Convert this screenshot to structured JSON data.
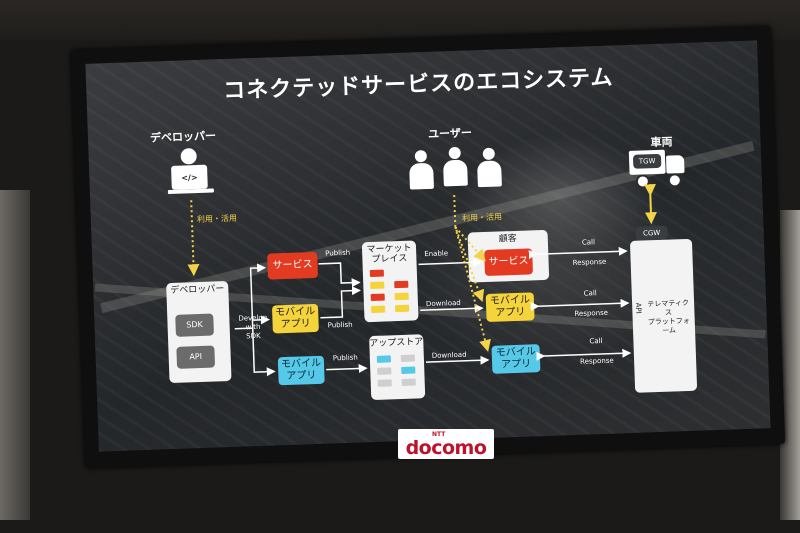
{
  "title": "コネクテッドサービスのエコシステム",
  "developer": {
    "heading": "デベロッパー",
    "use_label": "利用・活用",
    "laptop_code": "</>"
  },
  "dev_panel": {
    "title": "デベロッパー",
    "sdk": "SDK",
    "api": "API"
  },
  "develop_with_sdk": "Develop\nwith\nSDK",
  "services": {
    "service": "サービス",
    "mobile_app_1": "モバイル\nアプリ",
    "mobile_app_2": "モバイル\nアプリ"
  },
  "publish_labels": [
    "Publish",
    "Publish",
    "Publish"
  ],
  "marketplace": {
    "title": "マーケット\nプレイス",
    "enable": "Enable",
    "download": "Download"
  },
  "appstore": {
    "title": "アップストア",
    "download": "Download"
  },
  "users": {
    "heading": "ユーザー",
    "use_label": "利用・活用"
  },
  "customer": {
    "title": "顧客",
    "service": "サービス",
    "mobile_app_1": "モバイル\nアプリ",
    "mobile_app_2": "モバイル\nアプリ"
  },
  "call_response": [
    {
      "call": "Call",
      "response": "Response"
    },
    {
      "call": "Call",
      "response": "Response"
    },
    {
      "call": "Call",
      "response": "Response"
    }
  ],
  "vehicle": {
    "heading": "車両",
    "tgw": "TGW",
    "cgw": "CGW"
  },
  "platform": {
    "api_label": "API",
    "name": "テレマティクス\nプラットフォーム"
  },
  "logo": {
    "ntt": "NTT",
    "brand": "docomo"
  },
  "colors": {
    "red": "#e33b22",
    "yellow": "#f5d33a",
    "cyan": "#56c8e8",
    "connector": "#f2d34a",
    "brand": "#c0102a"
  }
}
